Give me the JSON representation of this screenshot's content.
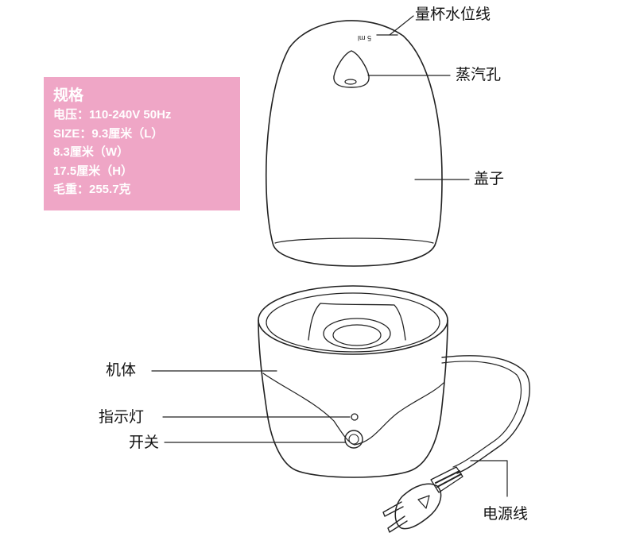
{
  "spec": {
    "title": "规格",
    "lines": [
      "电压：110-240V 50Hz",
      "SIZE：9.3厘米（L）",
      "8.3厘米（W）",
      "17.5厘米（H）",
      "毛重：255.7克"
    ]
  },
  "lid_marking": "5 ml",
  "callouts": {
    "water_line": "量杯水位线",
    "steam_hole": "蒸汽孔",
    "lid": "盖子",
    "body": "机体",
    "indicator": "指示灯",
    "switch": "开关",
    "cord": "电源线"
  },
  "colors": {
    "spec_background": "#efa6c6",
    "spec_text": "#ffffff",
    "outline": "#222222"
  }
}
